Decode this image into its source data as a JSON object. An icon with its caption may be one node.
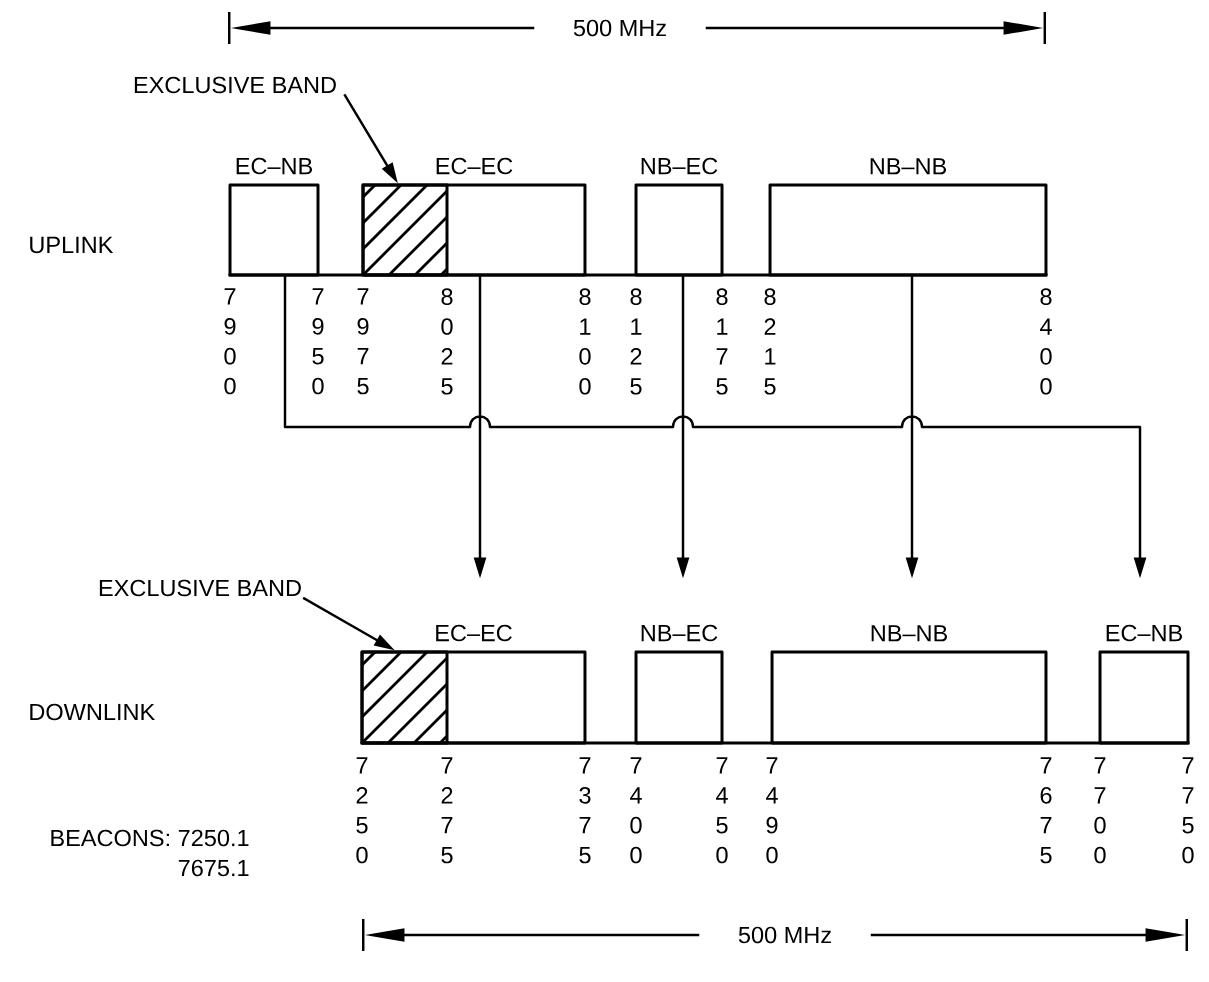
{
  "diagram": {
    "nodes": [
      {
        "text": [
          "EXCLUSIVE BAND"
        ]
      },
      {
        "text": [
          "EC–NB"
        ]
      },
      {
        "text": [
          "EC–EC"
        ]
      },
      {
        "text": [],
        "shape": "box",
        "in": 2
      },
      {
        "text": [
          "NB–EC"
        ]
      },
      {
        "text": [
          "NB–NB"
        ]
      },
      {
        "text": [
          "EXCLUSIVE BAND"
        ]
      },
      {
        "text": [
          "EC–EC"
        ]
      },
      {
        "text": [],
        "shape": "box",
        "in": 7
      },
      {
        "text": [
          "NB–EC"
        ]
      },
      {
        "text": [
          "NB–NB"
        ]
      },
      {
        "text": [
          "EC–NB"
        ]
      }
    ],
    "edges": [
      {
        "from": 0,
        "to": 3,
        "arrow": "to"
      },
      {
        "from": 1,
        "to": 11,
        "arrow": "to"
      },
      {
        "from": 2,
        "to": 7,
        "arrow": "to"
      },
      {
        "from": 4,
        "to": 9,
        "arrow": "to"
      },
      {
        "from": 5,
        "to": 10,
        "arrow": "to"
      },
      {
        "from": 6,
        "to": 8,
        "arrow": "to"
      }
    ],
    "labels": [
      "500 MHz",
      "UPLINK",
      "7 9 0 0",
      "7 9 5 0",
      "7 9 7 5",
      "8 0 2 5",
      "8 1 0 0",
      "8 1 2 5",
      "8 1 7 5",
      "8 2 1 5",
      "8 4 0 0",
      "DOWNLINK",
      "7 2 5 0",
      "7 2 7 5",
      "7 3 7 5",
      "7 4 0 0",
      "7 4 5 0",
      "7 4 9 0",
      "7 6 7 5",
      "7 7 0 0",
      "7 7 5 0",
      "BEACONS: 7250.1",
      "7675.1",
      "500 MHz"
    ]
  }
}
